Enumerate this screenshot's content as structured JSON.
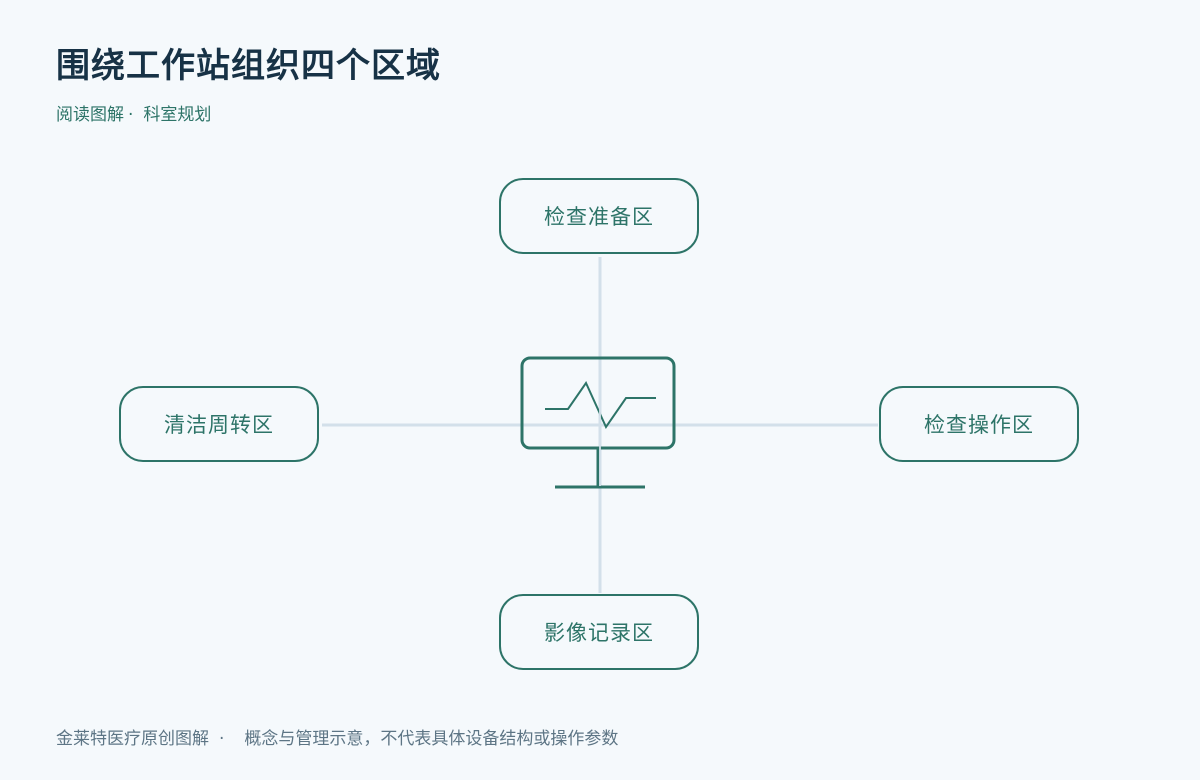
{
  "header": {
    "title": "围绕工作站组织四个区域",
    "subtitle_left": "阅读图解",
    "subtitle_separator": "·",
    "subtitle_right": "科室规划"
  },
  "diagram": {
    "center_icon": "workstation-monitor-icon",
    "zones": {
      "top": "检查准备区",
      "left": "清洁周转区",
      "right": "检查操作区",
      "bottom": "影像记录区"
    },
    "colors": {
      "accent": "#2d7468",
      "connector": "#d3e0ea",
      "title": "#173246",
      "background": "#f5f9fc"
    }
  },
  "footer": {
    "left": "金莱特医疗原创图解",
    "separator": "·",
    "right": "概念与管理示意，不代表具体设备结构或操作参数"
  }
}
